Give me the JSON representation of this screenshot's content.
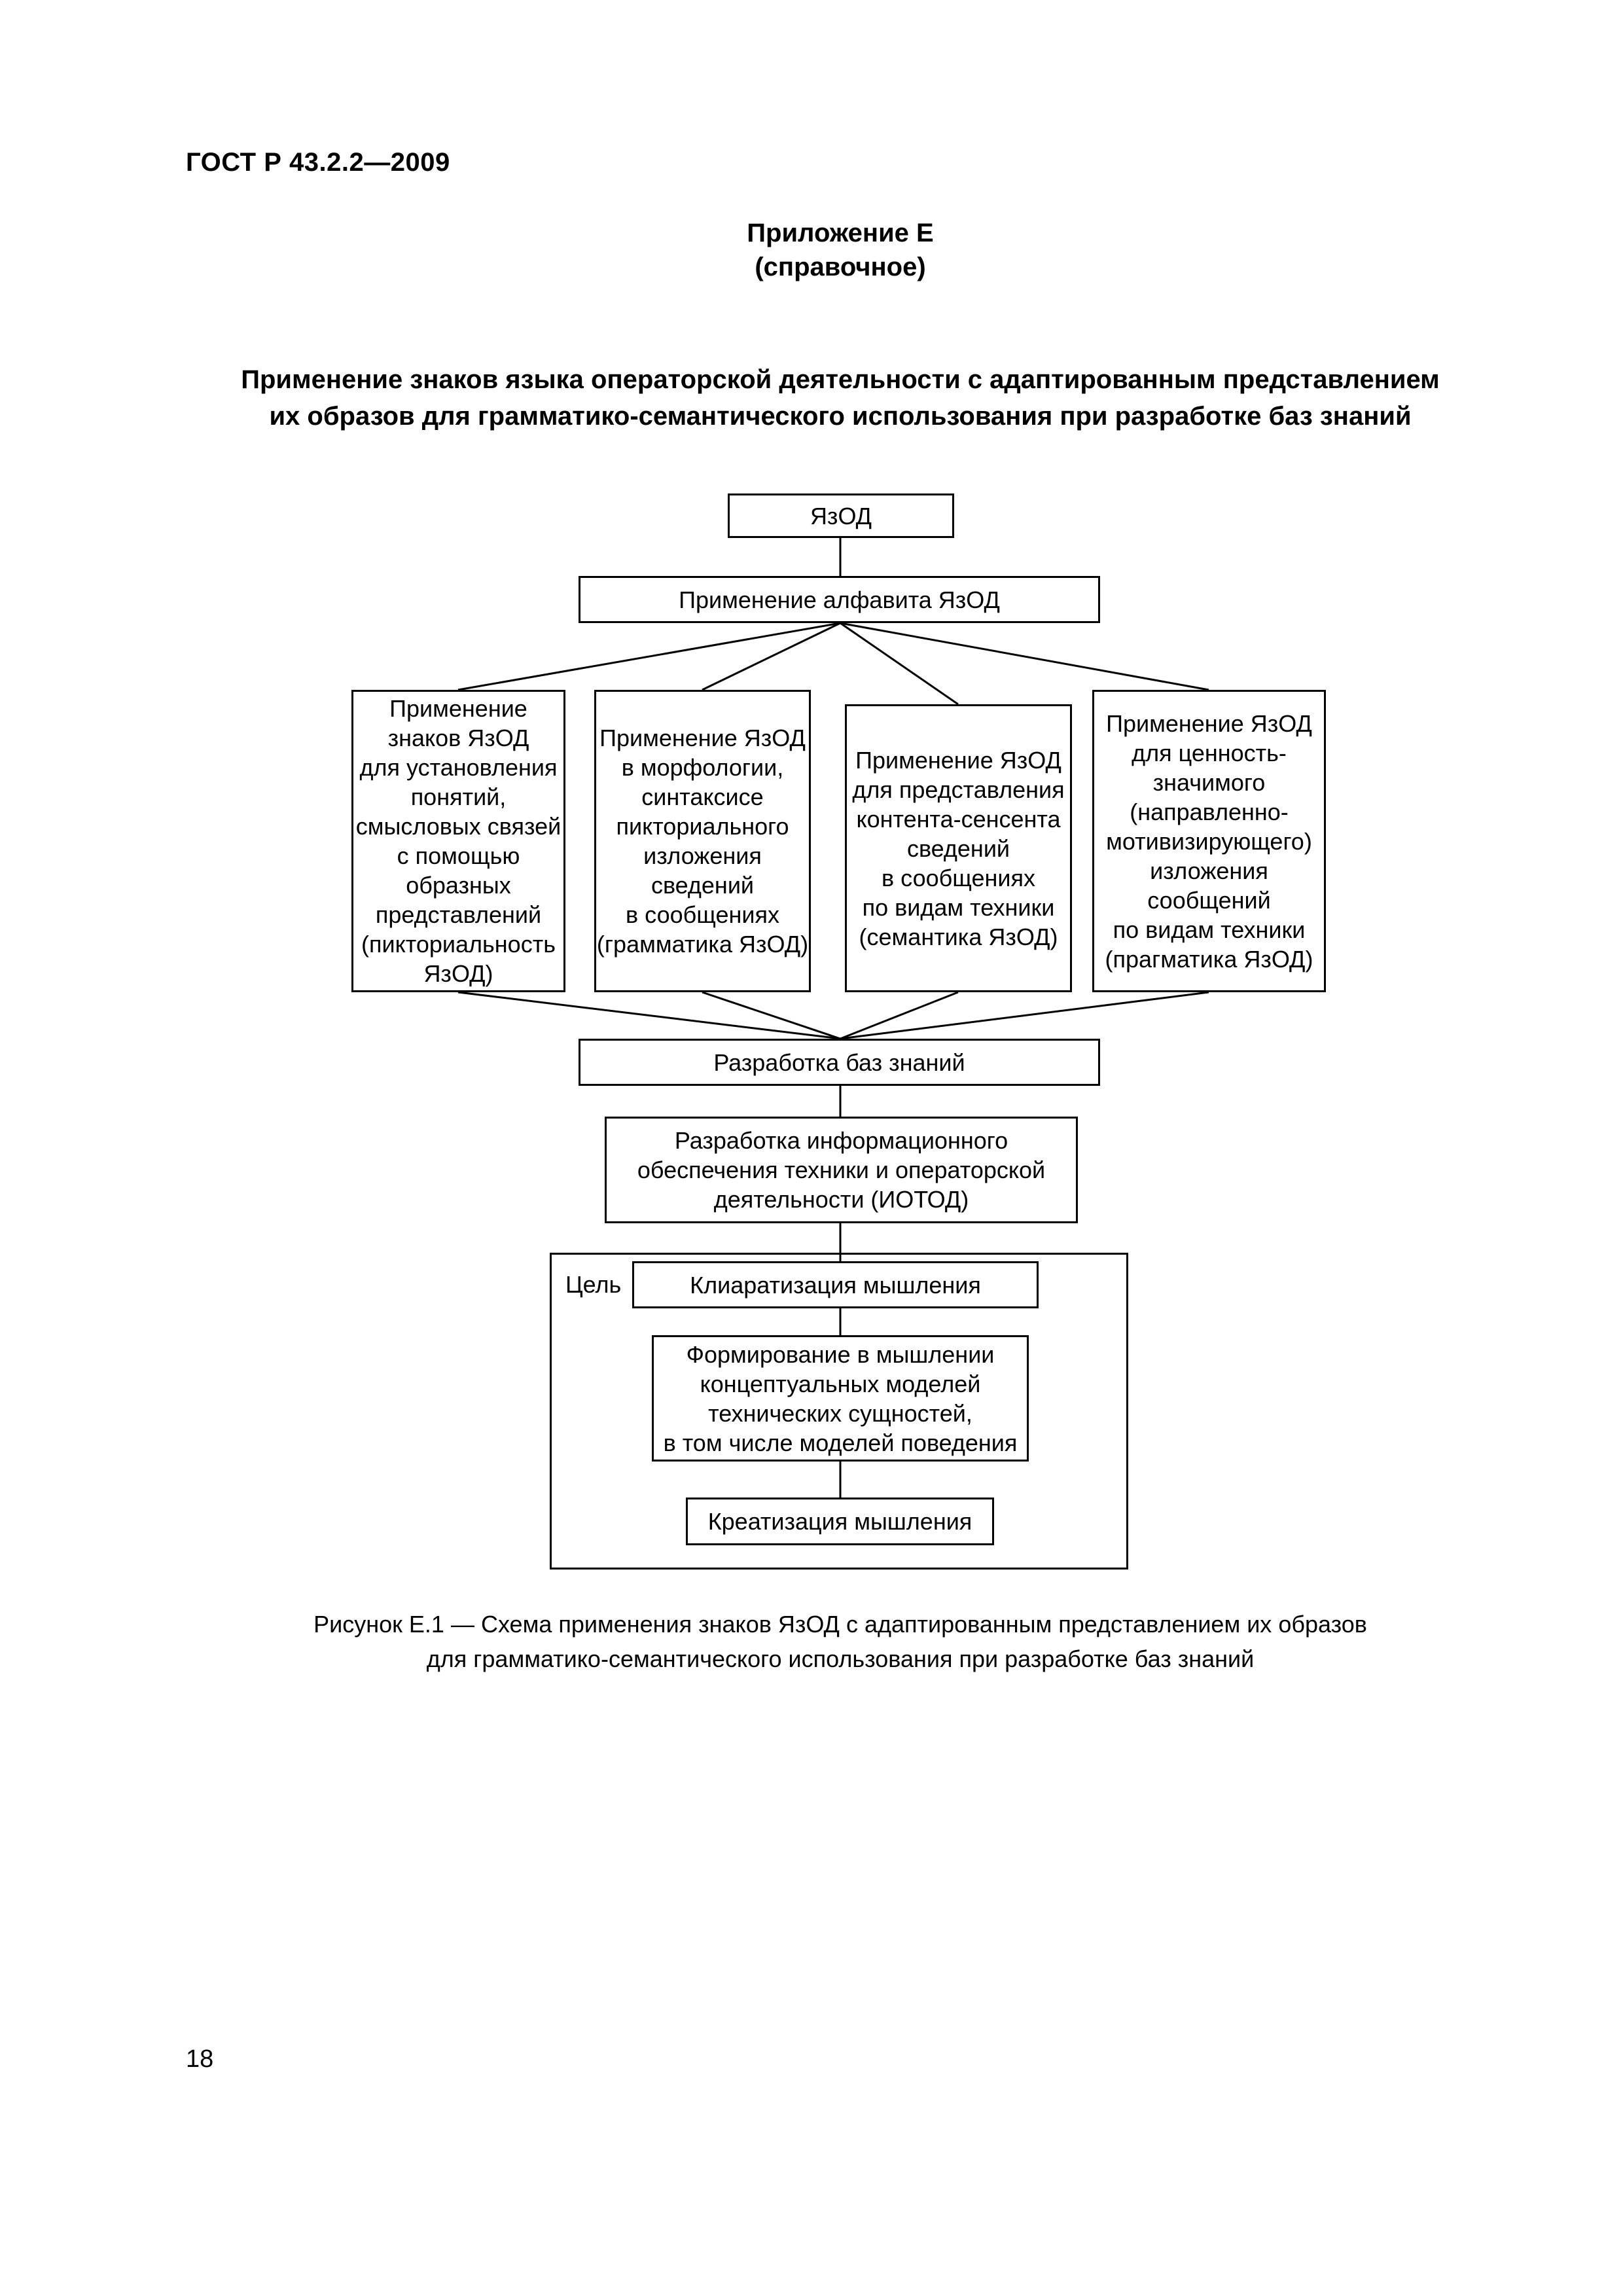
{
  "page": {
    "header": "ГОСТ Р 43.2.2—2009",
    "number": "18"
  },
  "appendix": {
    "label": "Приложение Е",
    "note": "(справочное)"
  },
  "title": {
    "lines": [
      "Применение знаков языка операторской деятельности с адаптированным представлением",
      "их образов для грамматико-семантического использования при разработке баз знаний"
    ]
  },
  "diagram": {
    "root": "ЯзОД",
    "alphabet": "Применение алфавита ЯзОД",
    "pictorial": [
      "Применение",
      "знаков ЯзОД",
      "для установления",
      "понятий,",
      "смысловых связей",
      "с помощью",
      "образных",
      "представлений",
      "(пикториальность",
      "ЯзОД)"
    ],
    "grammar": [
      "Применение ЯзОД",
      "в морфологии,",
      "синтаксисе",
      "пикториального",
      "изложения",
      "сведений",
      "в сообщениях",
      "(грамматика ЯзОД)"
    ],
    "semantics": [
      "Применение ЯзОД",
      "для представления",
      "контента-сенсента",
      "сведений",
      "в сообщениях",
      "по видам техники",
      "(семантика ЯзОД)"
    ],
    "pragmatics": [
      "Применение ЯзОД",
      "для ценность-",
      "значимого",
      "(направленно-",
      "мотивизирующего)",
      "изложения",
      "сообщений",
      "по видам техники",
      "(прагматика ЯзОД)"
    ],
    "knowledge_bases": "Разработка баз знаний",
    "iotod": [
      "Разработка информационного",
      "обеспечения техники и операторской",
      "деятельности (ИОТОД)"
    ],
    "goal_label": "Цель",
    "clarification": "Клиаратизация мышления",
    "concept_models": [
      "Формирование в мышлении",
      "концептуальных моделей",
      "технических сущностей,",
      "в том числе моделей поведения"
    ],
    "creatization": "Креатизация мышления"
  },
  "caption": {
    "lines": [
      "Рисунок Е.1 — Схема применения знаков ЯзОД с адаптированным представлением их образов",
      "для грамматико-семантического использования при разработке баз знаний"
    ]
  },
  "colors": {
    "ink": "#000000",
    "paper": "#ffffff"
  }
}
